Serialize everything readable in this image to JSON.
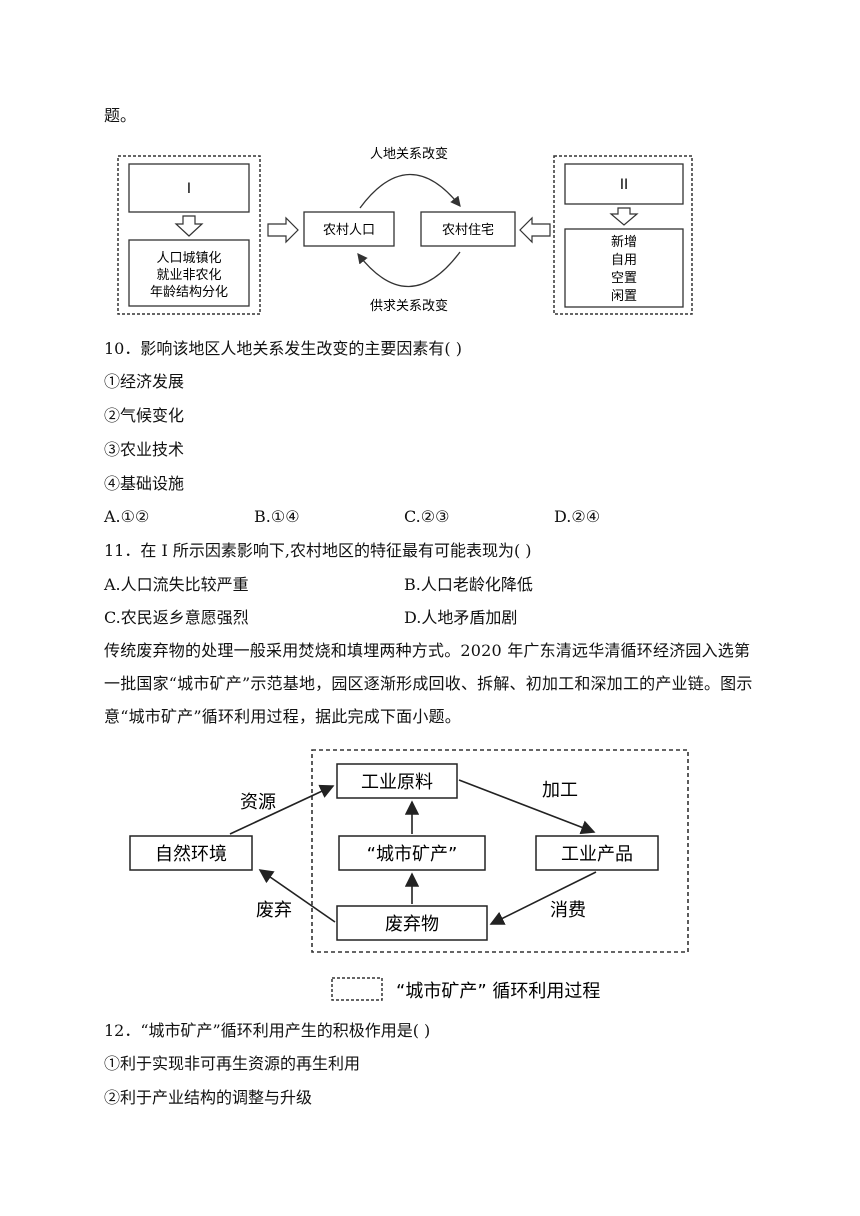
{
  "intro_tail": "题。",
  "diagram1": {
    "box1_title": "I",
    "box1_lines": [
      "人口城镇化",
      "就业非农化",
      "年龄结构分化"
    ],
    "rural_population": "农村人口",
    "rural_housing": "农村住宅",
    "top_arrow_label": "人地关系改变",
    "bottom_arrow_label": "供求关系改变",
    "box2_title": "II",
    "box2_lines": [
      "新增",
      "自用",
      "空置",
      "闲置"
    ]
  },
  "q10": {
    "stem": "10．影响该地区人地关系发生改变的主要因素有(   )",
    "items": [
      "①经济发展",
      "②气候变化",
      "③农业技术",
      "④基础设施"
    ],
    "options": [
      "A.①②",
      "B.①④",
      "C.②③",
      "D.②④"
    ]
  },
  "q11": {
    "stem": "11．在 I 所示因素影响下,农村地区的特征最有可能表现为(   )",
    "options": [
      "A.人口流失比较严重",
      "B.人口老龄化降低",
      "C.农民返乡意愿强烈",
      "D.人地矛盾加剧"
    ]
  },
  "passage": "传统废弃物的处理一般采用焚烧和填埋两种方式。2020 年广东清远华清循环经济园入选第一批国家“城市矿产”示范基地，园区逐渐形成回收、拆解、初加工和深加工的产业链。图示意“城市矿产”循环利用过程，据此完成下面小题。",
  "diagram2": {
    "natural_env": "自然环境",
    "industrial_raw": "工业原料",
    "urban_mineral": "“城市矿产”",
    "industrial_products": "工业产品",
    "waste": "废弃物",
    "label_resources": "资源",
    "label_process": "加工",
    "label_consume": "消费",
    "label_discard": "废弃",
    "legend": "“城市矿产” 循环利用过程"
  },
  "q12": {
    "stem": "12．“城市矿产”循环利用产生的积极作用是(   )",
    "items": [
      "①利于实现非可再生资源的再生利用",
      "②利于产业结构的调整与升级"
    ]
  }
}
